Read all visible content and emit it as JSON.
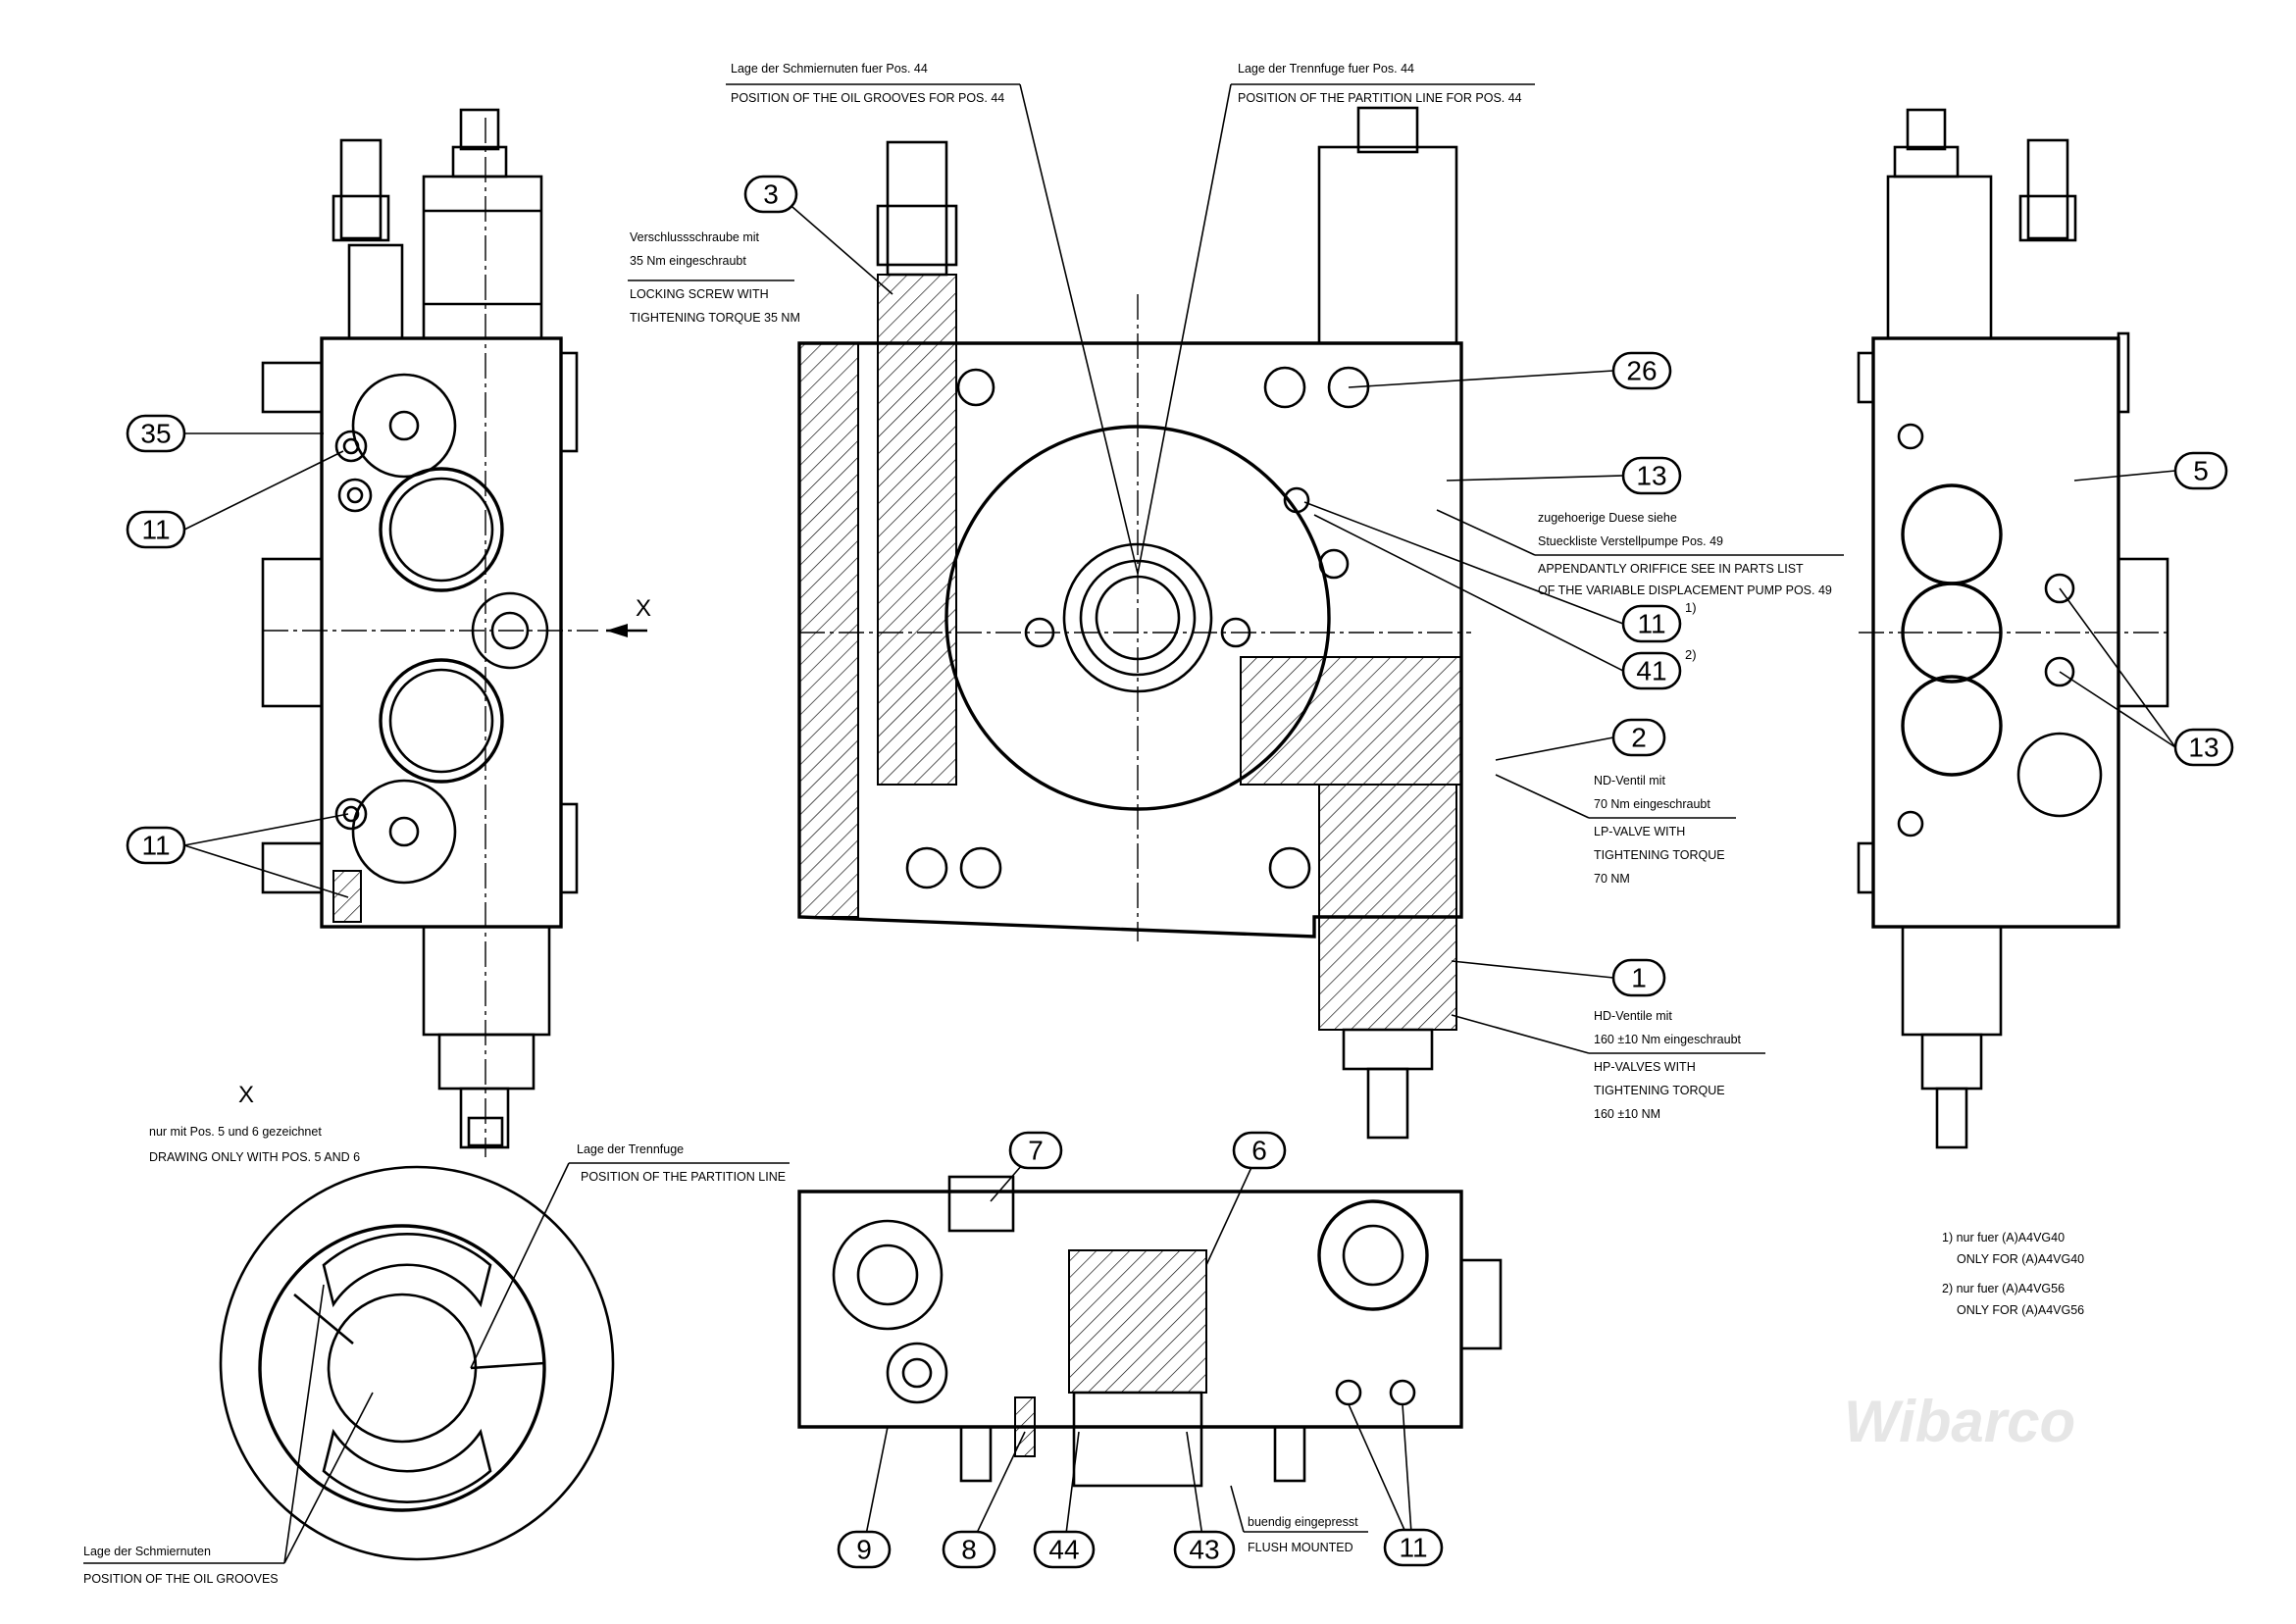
{
  "drawing": {
    "title": "Control valve block assembly drawing",
    "watermark": "Wibarco",
    "view_label": "X",
    "callouts": [
      {
        "id": "35",
        "label": "35"
      },
      {
        "id": "11a",
        "label": "11"
      },
      {
        "id": "11b",
        "label": "11"
      },
      {
        "id": "3",
        "label": "3"
      },
      {
        "id": "26",
        "label": "26"
      },
      {
        "id": "13a",
        "label": "13"
      },
      {
        "id": "11c",
        "label": "11",
        "footnote": "1)"
      },
      {
        "id": "41",
        "label": "41",
        "footnote": "2)"
      },
      {
        "id": "2",
        "label": "2"
      },
      {
        "id": "1",
        "label": "1"
      },
      {
        "id": "5",
        "label": "5"
      },
      {
        "id": "13b",
        "label": "13"
      },
      {
        "id": "7",
        "label": "7"
      },
      {
        "id": "6",
        "label": "6"
      },
      {
        "id": "9",
        "label": "9"
      },
      {
        "id": "8",
        "label": "8"
      },
      {
        "id": "44",
        "label": "44"
      },
      {
        "id": "43",
        "label": "43"
      },
      {
        "id": "11d",
        "label": "11"
      }
    ],
    "notes": {
      "oil_grooves_top": {
        "de": "Lage der Schmiernuten fuer Pos. 44",
        "en": "POSITION OF THE OIL GROOVES FOR POS. 44"
      },
      "partition_top": {
        "de": "Lage der Trennfuge fuer Pos. 44",
        "en": "POSITION OF THE PARTITION LINE FOR POS. 44"
      },
      "locking_screw": {
        "de1": "Verschlussschraube mit",
        "de2": "35 Nm eingeschraubt",
        "en1": "LOCKING SCREW WITH",
        "en2": "TIGHTENING TORQUE 35 NM"
      },
      "orifice": {
        "de1": "zugehoerige Duese siehe",
        "de2": "Stueckliste Verstellpumpe Pos. 49",
        "en1": "APPENDANTLY ORIFFICE SEE IN PARTS LIST",
        "en2": "OF THE VARIABLE DISPLACEMENT PUMP POS. 49"
      },
      "lp_valve": {
        "de1": "ND-Ventil mit",
        "de2": "70 Nm eingeschraubt",
        "en1": "LP-VALVE WITH",
        "en2": "TIGHTENING TORQUE",
        "en3": "70 NM"
      },
      "hp_valves": {
        "de1": "HD-Ventile mit",
        "de2": "160 ±10 Nm eingeschraubt",
        "en1": "HP-VALVES WITH",
        "en2": "TIGHTENING TORQUE",
        "en3": "160 ±10 NM"
      },
      "view_x": {
        "de": "nur mit Pos. 5 und 6 gezeichnet",
        "en": "DRAWING ONLY WITH POS. 5 AND 6"
      },
      "partition_x": {
        "de": "Lage der Trennfuge",
        "en": "POSITION OF THE PARTITION LINE"
      },
      "oil_grooves_x": {
        "de": "Lage der Schmiernuten",
        "en": "POSITION OF THE OIL GROOVES"
      },
      "flush": {
        "de": "buendig eingepresst",
        "en": "FLUSH MOUNTED"
      }
    },
    "footnotes": [
      {
        "de": "1) nur fuer (A)A4VG40",
        "en": "ONLY FOR (A)A4VG40"
      },
      {
        "de": "2) nur fuer (A)A4VG56",
        "en": "ONLY FOR (A)A4VG56"
      }
    ]
  }
}
